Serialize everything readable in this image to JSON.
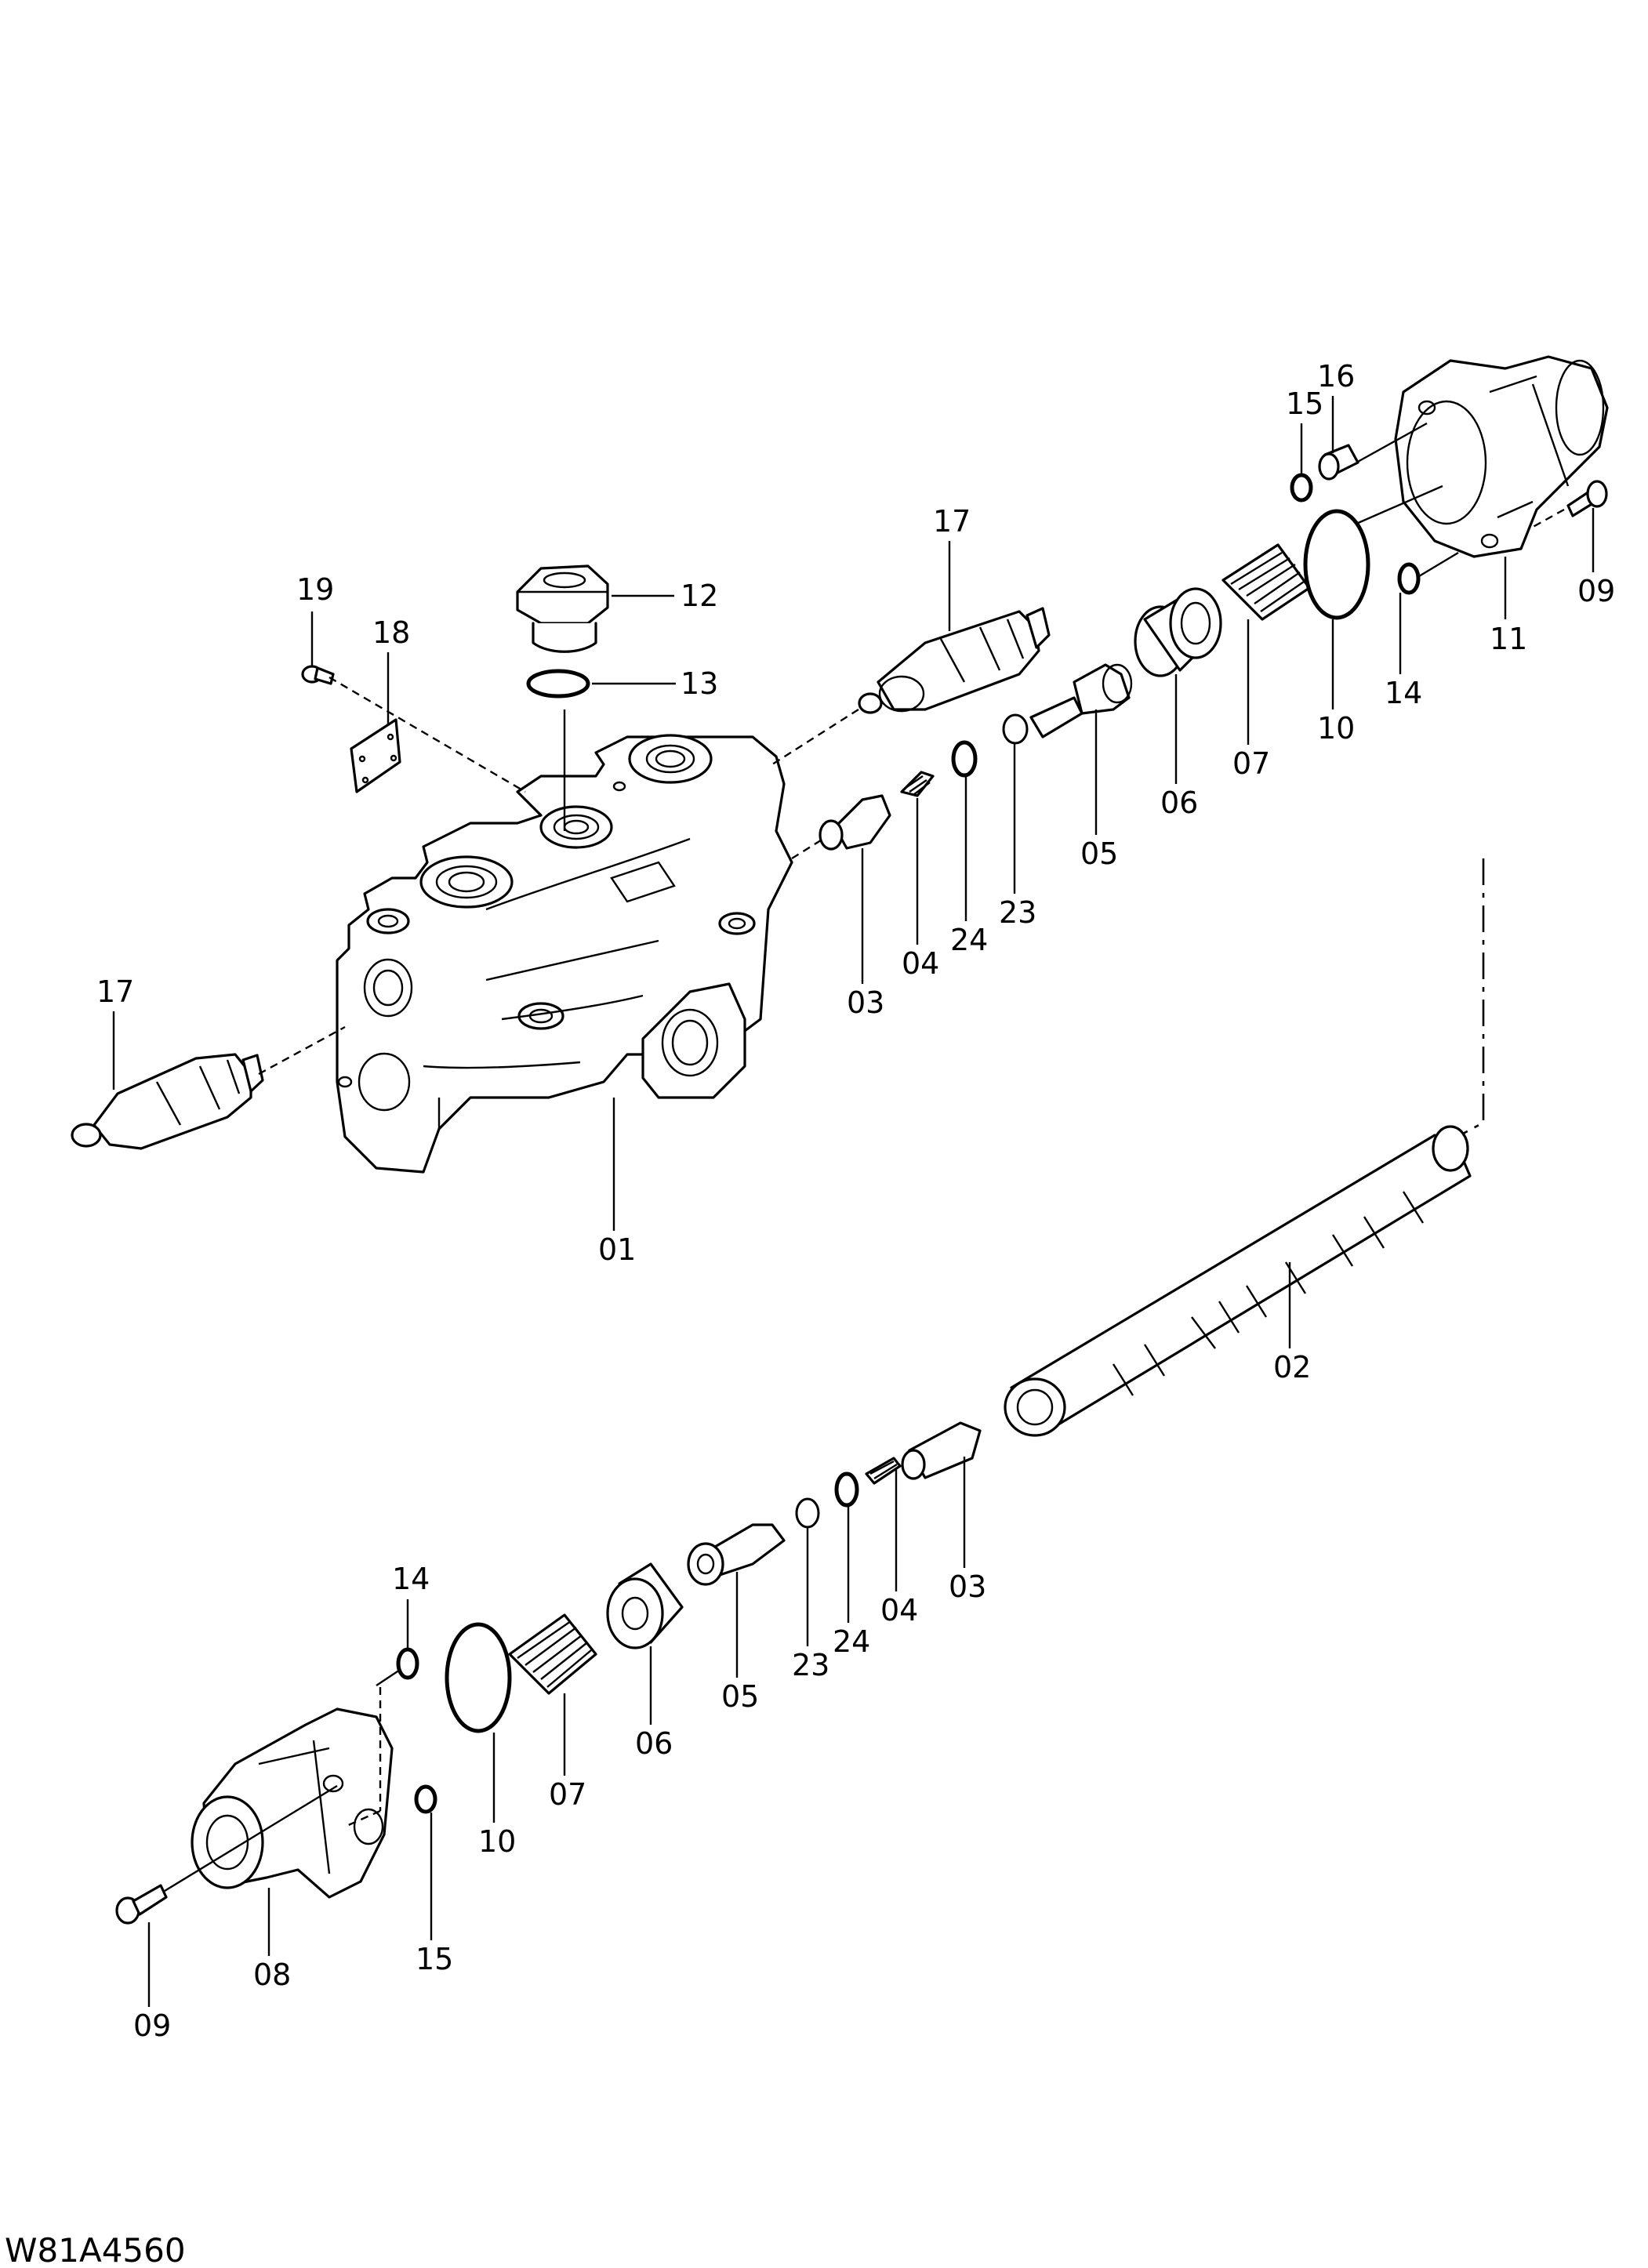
{
  "drawing_code": "W81A4560",
  "labels": [
    "01",
    "02",
    "03",
    "04",
    "05",
    "06",
    "07",
    "08",
    "09",
    "10",
    "11",
    "12",
    "13",
    "14",
    "15",
    "16",
    "17",
    "18",
    "19",
    "23",
    "24"
  ]
}
